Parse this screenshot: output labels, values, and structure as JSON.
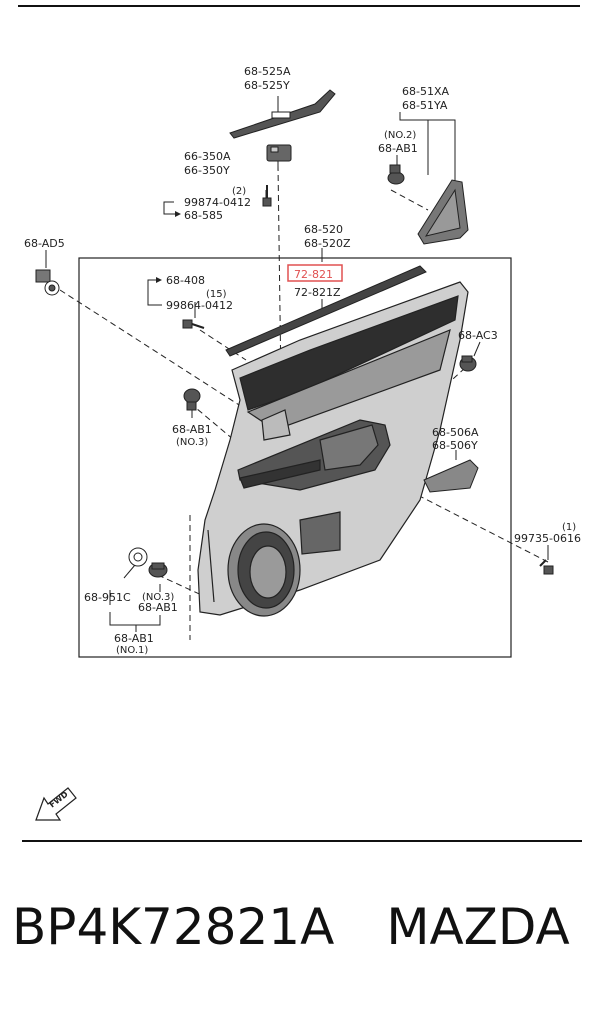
{
  "labels": {
    "l_525a": "68-525A",
    "l_525y": "68-525Y",
    "l_51xa": "68-51XA",
    "l_51ya": "68-51YA",
    "l_no2": "(NO.2)",
    "l_ab1_top": "68-AB1",
    "l_350a": "66-350A",
    "l_350y": "66-350Y",
    "l_2": "(2)",
    "l_99874": "99874-0412",
    "l_585": "68-585",
    "l_520": "68-520",
    "l_520z": "68-520Z",
    "l_ad5": "68-AD5",
    "l_408": "68-408",
    "l_15": "(15)",
    "l_99864": "99864-0412",
    "l_72821": "72-821",
    "l_72821z": "72-821Z",
    "l_ac3": "68-AC3",
    "l_ab1_mid": "68-AB1",
    "l_no3_mid": "(NO.3)",
    "l_506a": "68-506A",
    "l_506y": "68-506Y",
    "l_1": "(1)",
    "l_99735": "99735-0616",
    "l_951c": "68-951C",
    "l_no3_low": "(NO.3)",
    "l_ab1_low": "68-AB1",
    "l_ab1_bot": "68-AB1",
    "l_no1": "(NO.1)",
    "l_fwd": "FWD"
  },
  "highlight_color": "#e05050",
  "part_number": "BP4K72821A",
  "brand": "MAZDA"
}
